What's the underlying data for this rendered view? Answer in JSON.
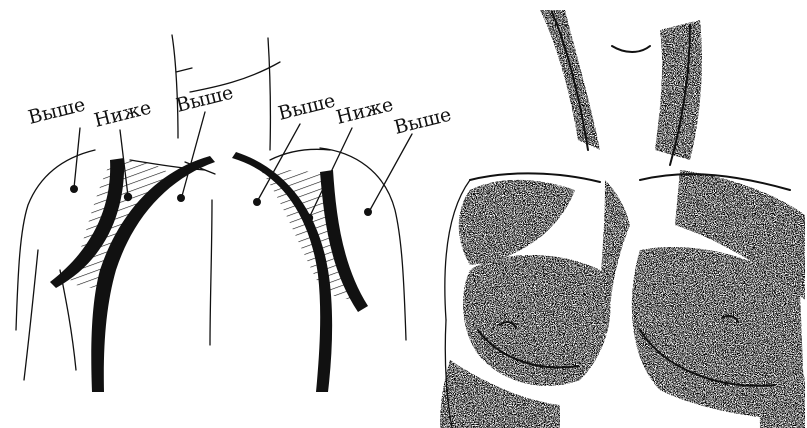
{
  "diagram": {
    "labels": [
      {
        "id": "l1",
        "text": "Выше"
      },
      {
        "id": "l2",
        "text": "Ниже"
      },
      {
        "id": "l3",
        "text": "Выше"
      },
      {
        "id": "l4",
        "text": "Выше"
      },
      {
        "id": "l5",
        "text": "Ниже"
      },
      {
        "id": "l6",
        "text": "Выше"
      }
    ]
  },
  "colors": {
    "ink": "#111111",
    "background": "#ffffff"
  },
  "illustration": {
    "right_panel": "stippled-torso-drawing"
  }
}
